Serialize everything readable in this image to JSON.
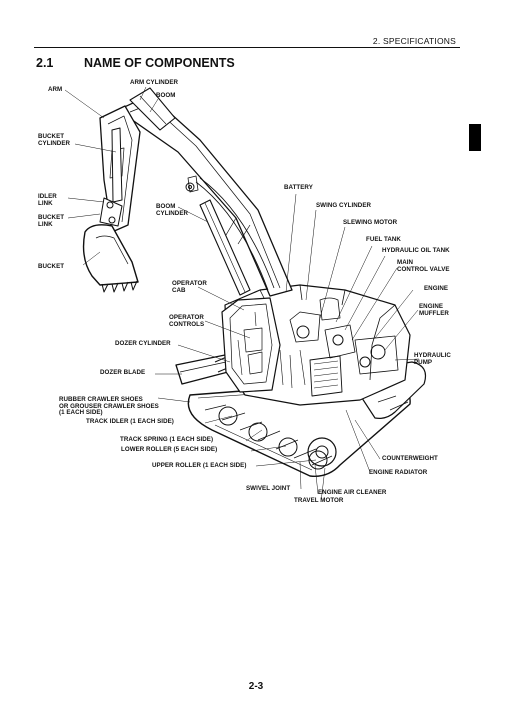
{
  "header": {
    "section": "2. SPECIFICATIONS"
  },
  "section": {
    "number": "2.1",
    "title": "NAME OF COMPONENTS"
  },
  "labels": {
    "arm_cylinder": "ARM CYLINDER",
    "arm": "ARM",
    "boom": "BOOM",
    "bucket_cylinder": "BUCKET\nCYLINDER",
    "idler_link": "IDLER\nLINK",
    "bucket_link": "BUCKET\nLINK",
    "boom_cylinder": "BOOM\nCYLINDER",
    "bucket": "BUCKET",
    "battery": "BATTERY",
    "swing_cylinder": "SWING CYLINDER",
    "slewing_motor": "SLEWING MOTOR",
    "fuel_tank": "FUEL TANK",
    "hydraulic_oil_tank": "HYDRAULIC OIL TANK",
    "main_control_valve": "MAIN\nCONTROL VALVE",
    "engine": "ENGINE",
    "engine_muffler": "ENGINE\nMUFFLER",
    "operator_cab": "OPERATOR\nCAB",
    "operator_controls": "OPERATOR\nCONTROLS",
    "dozer_cylinder": "DOZER CYLINDER",
    "dozer_blade": "DOZER BLADE",
    "hydraulic_pump": "HYDRAULIC\nPUMP",
    "crawler_shoes": "RUBBER CRAWLER SHOES\nOR GROUSER CRAWLER SHOES\n(1 EACH SIDE)",
    "track_idler": "TRACK IDLER (1 EACH SIDE)",
    "track_spring": "TRACK SPRING (1 EACH SIDE)",
    "lower_roller": "LOWER ROLLER (5 EACH SIDE)",
    "counterweight": "COUNTERWEIGHT",
    "upper_roller": "UPPER ROLLER (1 EACH SIDE)",
    "engine_radiator": "ENGINE RADIATOR",
    "swivel_joint": "SWIVEL JOINT",
    "engine_air_cleaner": "ENGINE AIR CLEANER",
    "travel_motor": "TRAVEL MOTOR"
  },
  "footer": {
    "page": "2-3"
  }
}
